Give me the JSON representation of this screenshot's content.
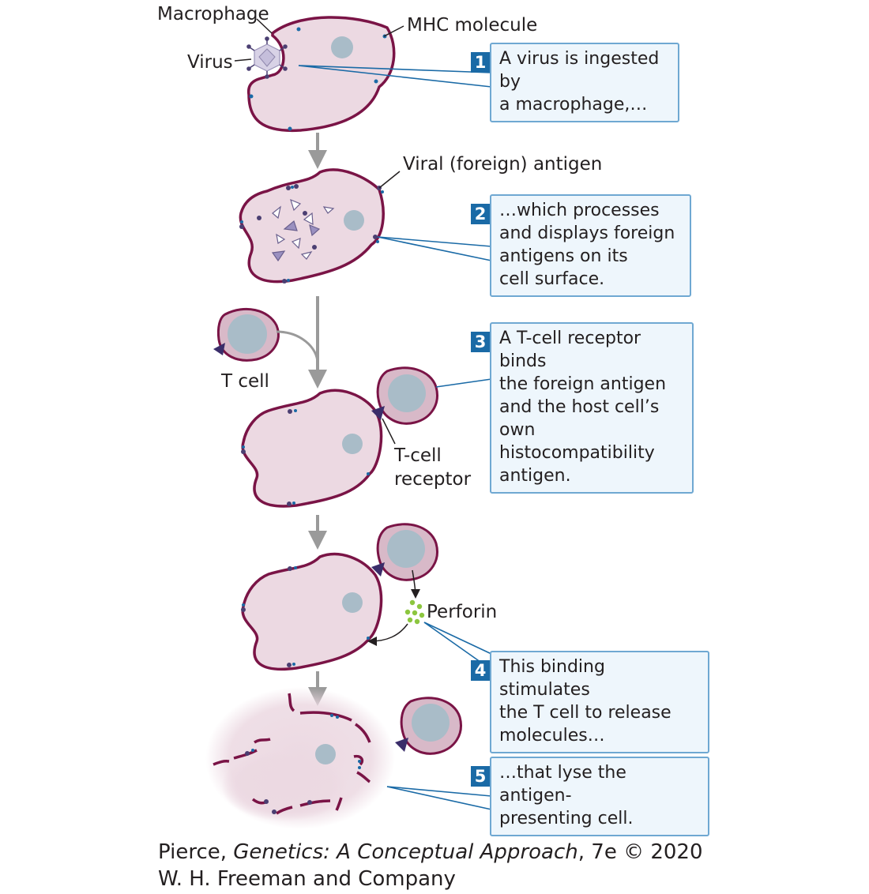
{
  "labels": {
    "macrophage": "Macrophage",
    "mhc_molecule": "MHC molecule",
    "virus": "Virus",
    "viral_antigen": "Viral (foreign) antigen",
    "t_cell": "T cell",
    "t_cell_receptor": "T-cell\nreceptor",
    "perforin": "Perforin"
  },
  "steps": [
    {
      "number": "1",
      "text": "A virus is ingested by\na macrophage,…"
    },
    {
      "number": "2",
      "text": "…which processes\nand displays foreign\nantigens on its\ncell surface."
    },
    {
      "number": "3",
      "text": "A T-cell receptor binds\nthe foreign antigen\nand the host cell’s\nown histocompatibility\nantigen."
    },
    {
      "number": "4",
      "text": "This binding stimulates\nthe T cell to release\nmolecules…"
    },
    {
      "number": "5",
      "text": "…that lyse the antigen-\npresenting cell."
    }
  ],
  "credit": {
    "author": "Pierce, ",
    "title": "Genetics: A Conceptual Approach",
    "edition": ", 7e © 2020",
    "publisher": "W. H. Freeman and Company"
  },
  "colors": {
    "cell_fill": "#ecd9e2",
    "membrane": "#7a1446",
    "nucleus": "#a9bcc8",
    "box_fill": "#eef6fc",
    "box_border": "#6fa8d2",
    "step_number": "#1a6aa6",
    "arrow": "#9a9a9a",
    "perforin": "#8cc63f"
  }
}
